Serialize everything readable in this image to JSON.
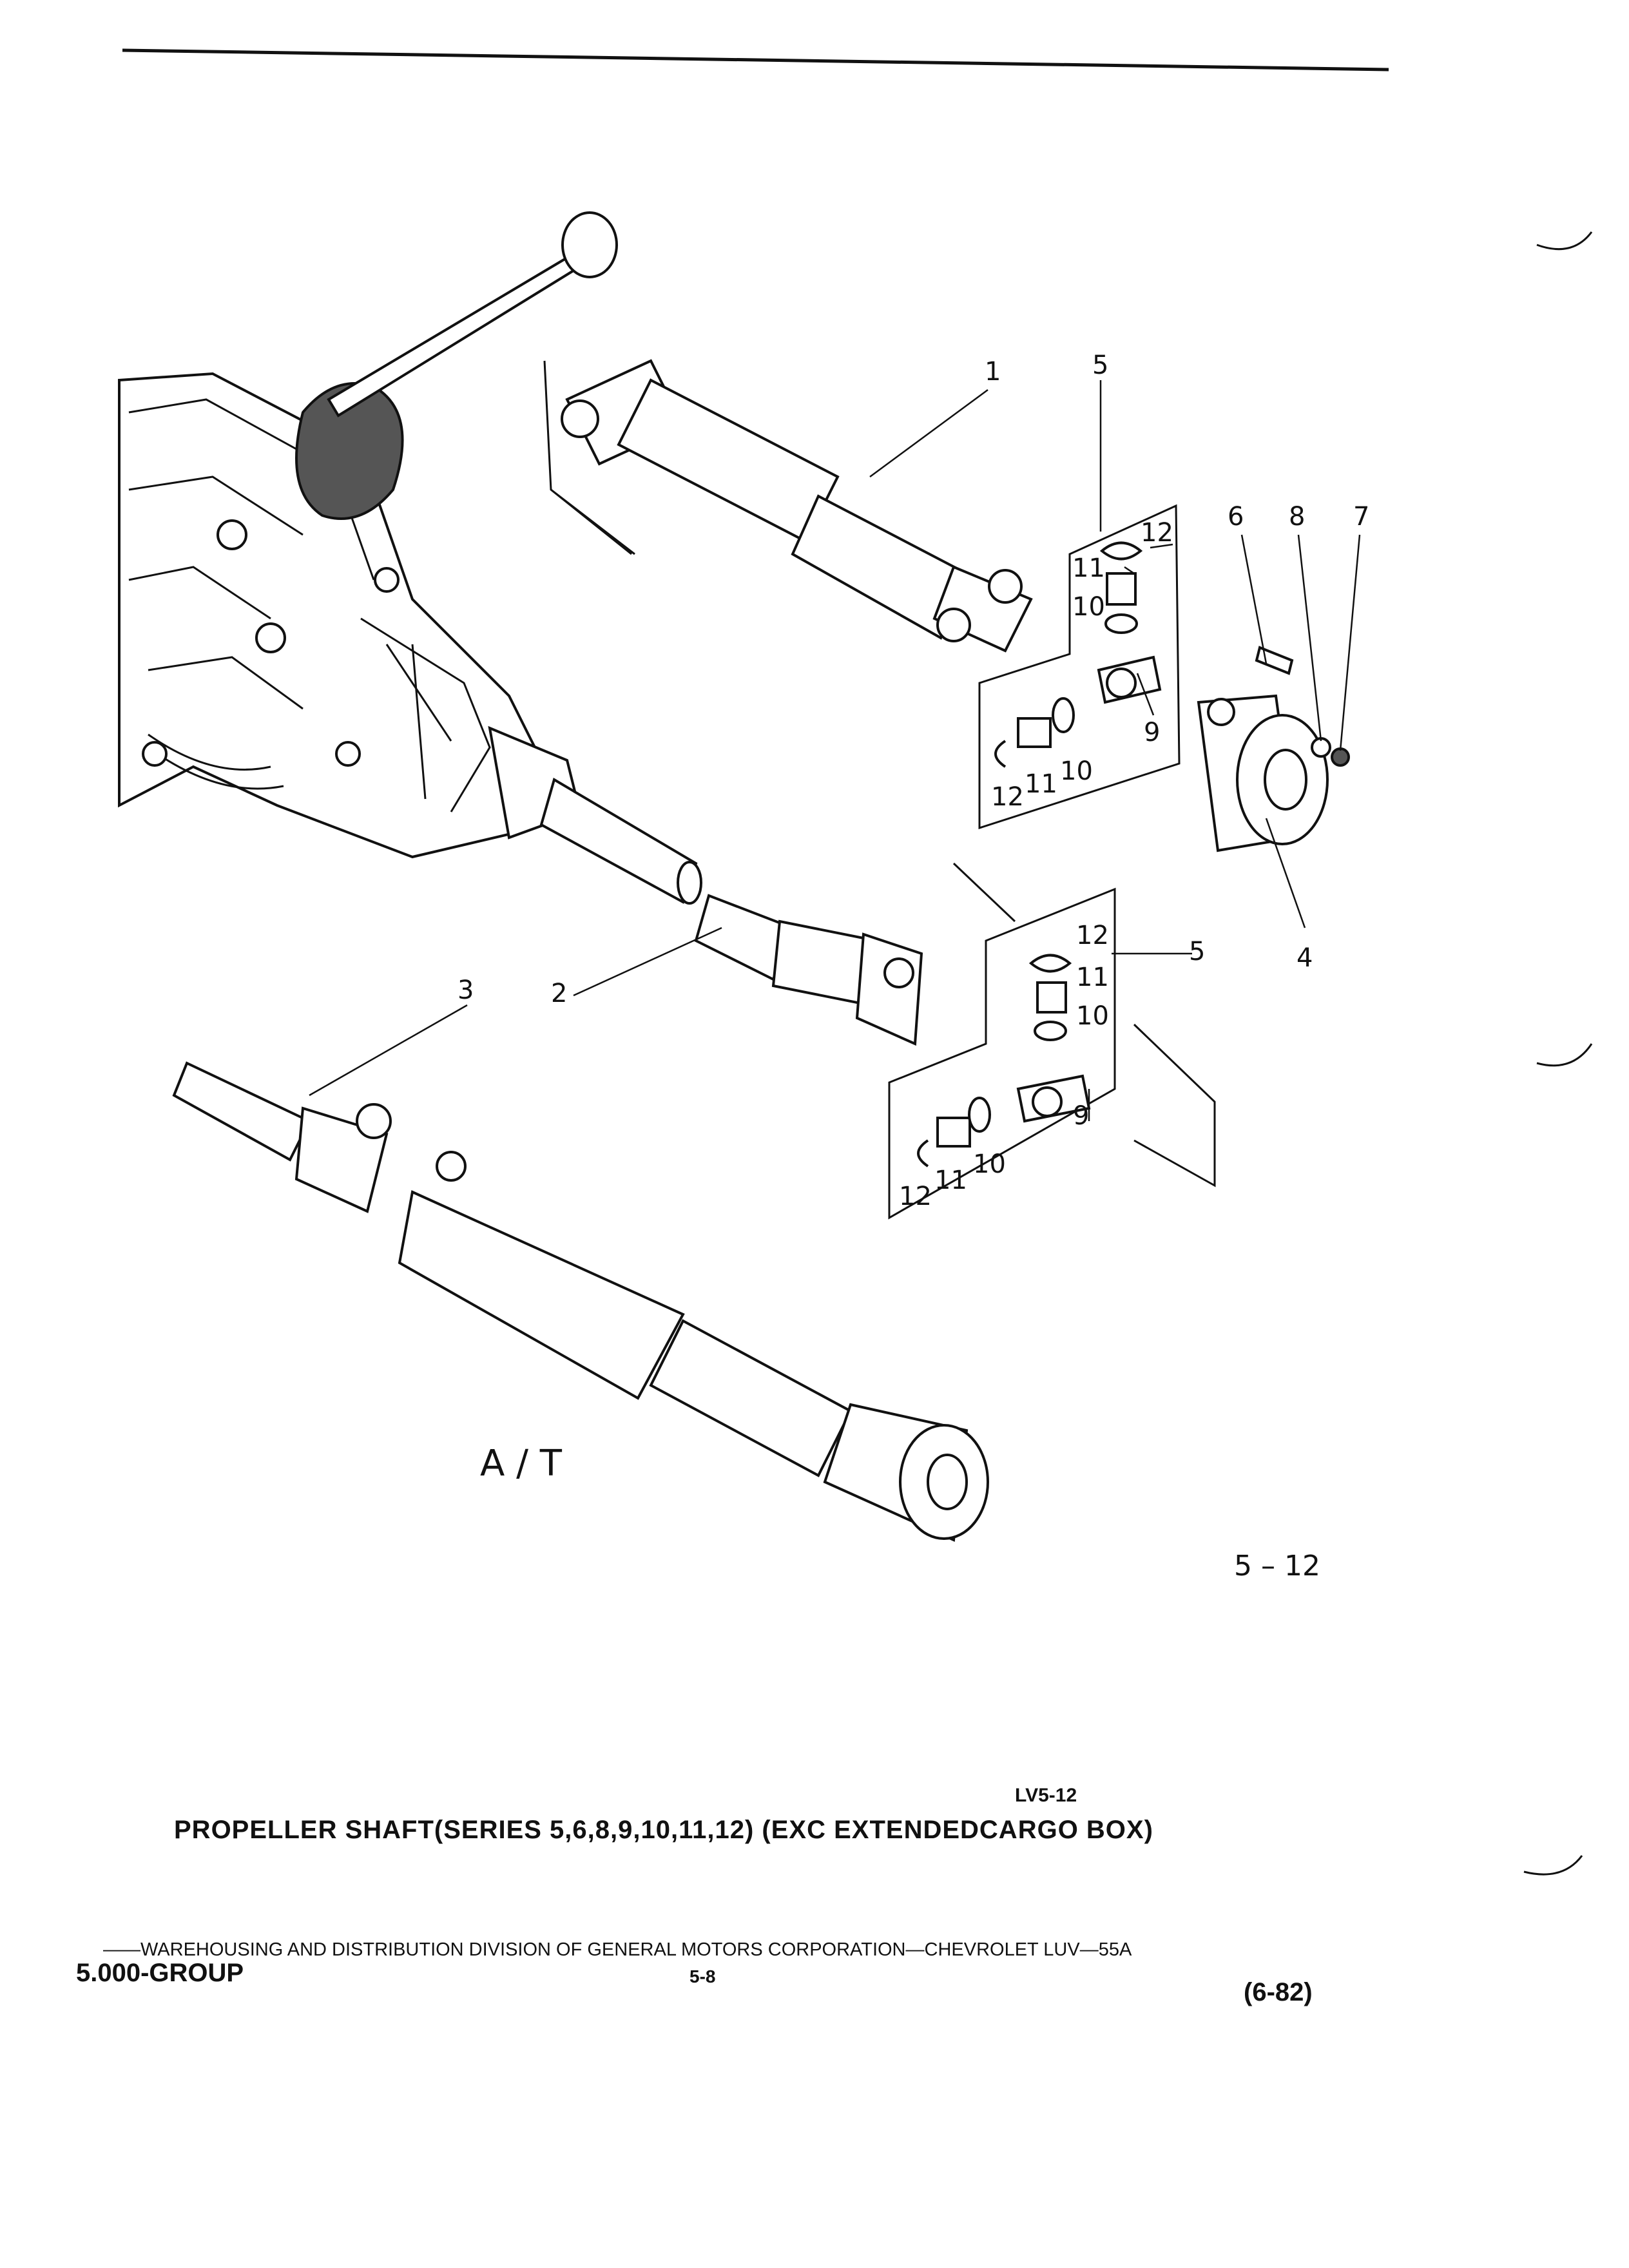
{
  "diagram": {
    "callouts": {
      "c1": "1",
      "c5a": "5",
      "c6": "6",
      "c8": "8",
      "c7": "7",
      "c12a": "12",
      "c11a": "11",
      "c10a": "10",
      "c9a": "9",
      "c12b": "12",
      "c11b": "11",
      "c10b": "10",
      "c4": "4",
      "c5b": "5",
      "c2": "2",
      "c3": "3",
      "c12c": "12",
      "c11c": "11",
      "c10c": "10",
      "c9b": "9",
      "c12d": "12",
      "c11d": "11",
      "c10d": "10"
    },
    "variant_label": "A / T",
    "figure_number": "5 – 12"
  },
  "ref_code": "LV5-12",
  "title": "PROPELLER SHAFT(SERIES 5,6,8,9,10,11,12) (EXC EXTENDEDCARGO BOX)",
  "footer": {
    "division_line": "——WAREHOUSING AND DISTRIBUTION DIVISION OF GENERAL MOTORS CORPORATION—CHEVROLET LUV—55A",
    "group": "5.000-GROUP",
    "page": "5-8",
    "revision": "(6-82)"
  }
}
